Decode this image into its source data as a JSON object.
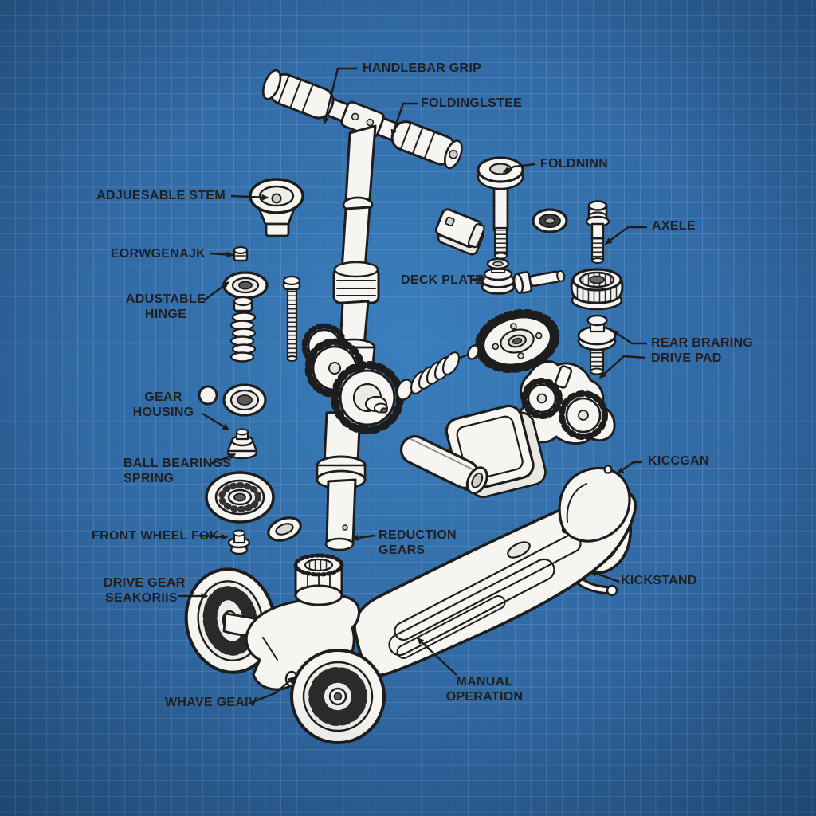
{
  "figure": {
    "type": "blueprint-exploded-diagram",
    "subject": "kick scooter parts",
    "colors": {
      "background": "#326ba6",
      "grid": "#a8c9e6",
      "ink": "#1d1d1d",
      "paper": "#f6f5f1"
    }
  },
  "labels": [
    {
      "id": "handlebar-grip",
      "lines": [
        "HANDLEBAR GRIP"
      ]
    },
    {
      "id": "foldinglstee",
      "lines": [
        "FOLDINGLSTEE"
      ]
    },
    {
      "id": "foldninn",
      "lines": [
        "FOLDNINN"
      ]
    },
    {
      "id": "adjuesable-stem",
      "lines": [
        "ADJUESABLE STEM"
      ]
    },
    {
      "id": "axele",
      "lines": [
        "AXELE"
      ]
    },
    {
      "id": "eorwgenajk",
      "lines": [
        "EORWGENAJK"
      ]
    },
    {
      "id": "deck-plate",
      "lines": [
        "DECK PLATE"
      ]
    },
    {
      "id": "adustable-hinge",
      "lines": [
        "ADUSTABLE",
        "HINGE"
      ]
    },
    {
      "id": "rear-braring",
      "lines": [
        "REAR BRARING",
        "DRIVE PAD"
      ]
    },
    {
      "id": "gear-housing",
      "lines": [
        "GEAR",
        "HOUSING"
      ]
    },
    {
      "id": "ball-bearings",
      "lines": [
        "BALL BEARINGS",
        "SPRING"
      ]
    },
    {
      "id": "front-wheel-fok",
      "lines": [
        "FRONT WHEEL FOK"
      ]
    },
    {
      "id": "reduction-gears",
      "lines": [
        "REDUCTION",
        "GEARS"
      ]
    },
    {
      "id": "drive-gear",
      "lines": [
        "DRIVE GEAR",
        "SEAKORIIS"
      ]
    },
    {
      "id": "kiccgan",
      "lines": [
        "KICCGAN"
      ]
    },
    {
      "id": "kickstand",
      "lines": [
        "KICKSTAND"
      ]
    },
    {
      "id": "whave-geaiv",
      "lines": [
        "WHAVE GEAIV"
      ]
    },
    {
      "id": "manual-operation",
      "lines": [
        "MANUAL",
        "OPERATION"
      ]
    }
  ]
}
